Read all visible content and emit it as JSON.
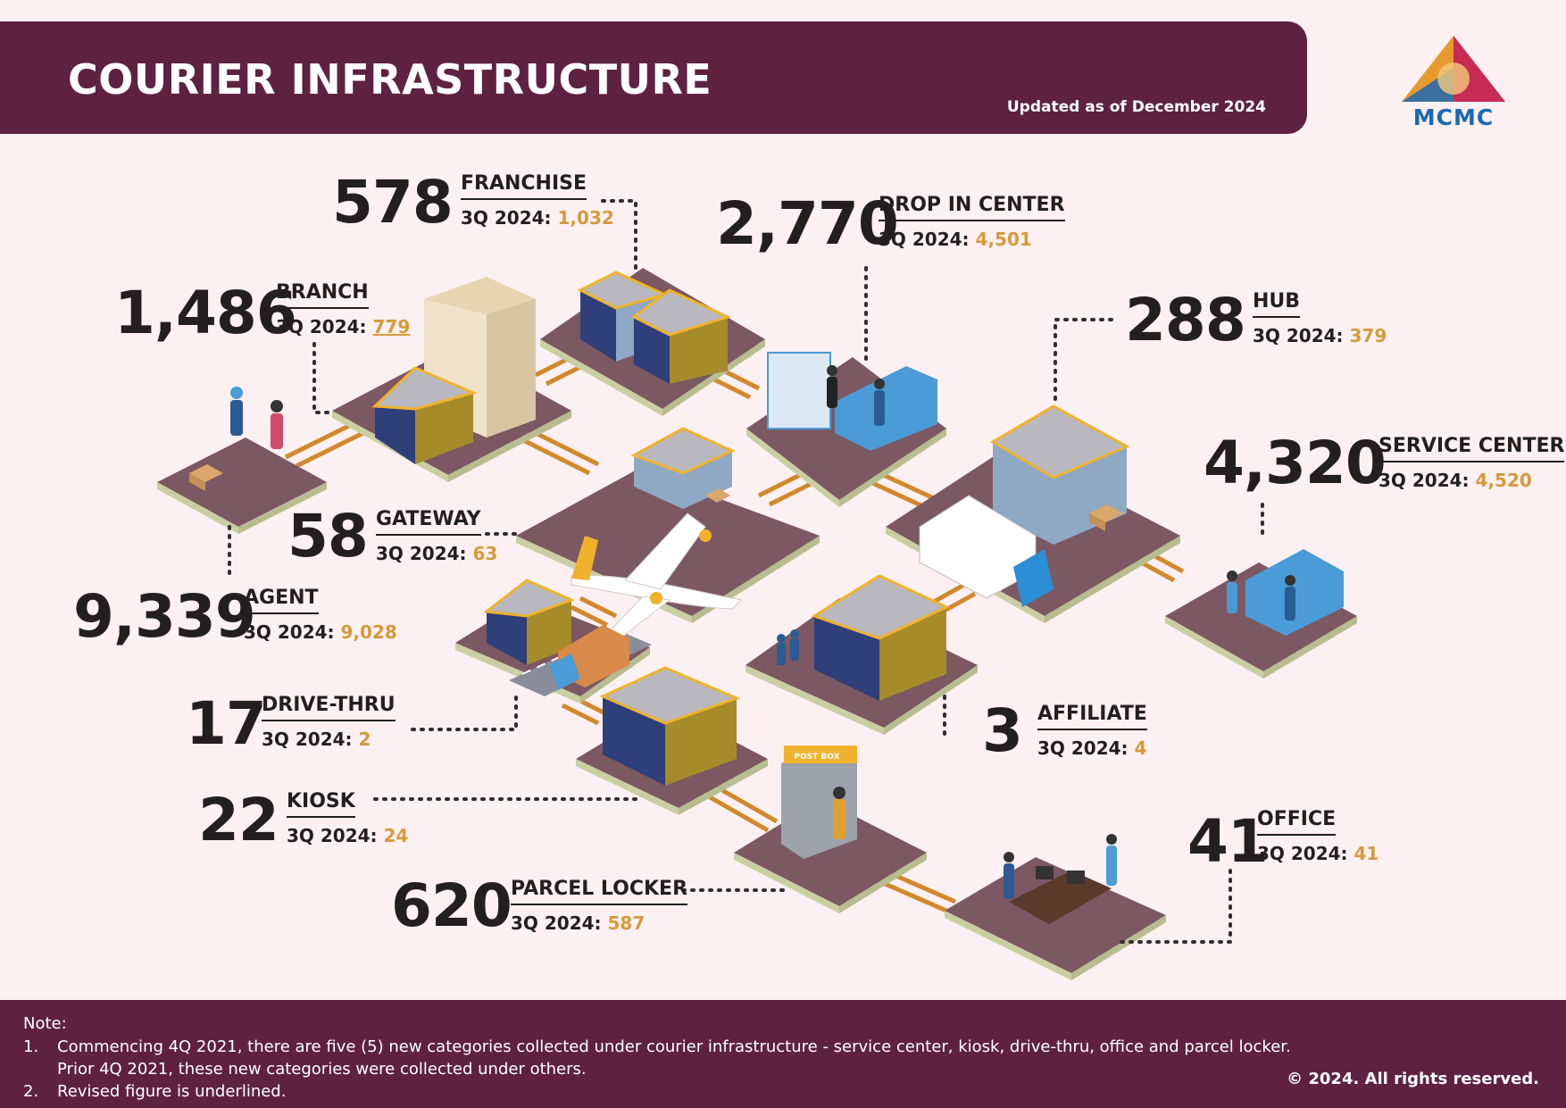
{
  "header": {
    "title": "COURIER INFRASTRUCTURE",
    "updated": "Updated as of December 2024",
    "colors": {
      "header_bg": "#5e2240",
      "accent": "#d69a3a",
      "page_bg": "#fdf0f3"
    }
  },
  "logo": {
    "text": "MCMC",
    "icon": "mcmc-triangle-logo"
  },
  "prev_prefix": "3Q 2024: ",
  "stats": {
    "franchise": {
      "value": "578",
      "label": "FRANCHISE",
      "prev": "1,032",
      "revised": false
    },
    "drop_in": {
      "value": "2,770",
      "label": "DROP IN CENTER",
      "prev": "4,501",
      "revised": false
    },
    "branch": {
      "value": "1,486",
      "label": "BRANCH",
      "prev": "779",
      "revised": true
    },
    "hub": {
      "value": "288",
      "label": "HUB",
      "prev": "379",
      "revised": false
    },
    "service": {
      "value": "4,320",
      "label": "SERVICE CENTER",
      "prev": "4,520",
      "revised": false
    },
    "gateway": {
      "value": "58",
      "label": "GATEWAY",
      "prev": "63",
      "revised": false
    },
    "agent": {
      "value": "9,339",
      "label": "AGENT",
      "prev": "9,028",
      "revised": false
    },
    "drive_thru": {
      "value": "17",
      "label": "DRIVE-THRU",
      "prev": "2",
      "revised": false
    },
    "affiliate": {
      "value": "3",
      "label": "AFFILIATE",
      "prev": "4",
      "revised": false
    },
    "kiosk": {
      "value": "22",
      "label": "KIOSK",
      "prev": "24",
      "revised": false
    },
    "office": {
      "value": "41",
      "label": "OFFICE",
      "prev": "41",
      "revised": false
    },
    "parcel_locker": {
      "value": "620",
      "label": "PARCEL LOCKER",
      "prev": "587",
      "revised": false
    }
  },
  "illustration": {
    "post_box_label": "POST BOX"
  },
  "footer": {
    "note_title": "Note:",
    "notes": [
      {
        "num": "1.",
        "text": "Commencing 4Q 2021, there are five (5) new categories collected under courier infrastructure - service center, kiosk, drive-thru, office and parcel locker."
      },
      {
        "num": "",
        "text": "Prior 4Q 2021, these new categories were collected under others."
      },
      {
        "num": "2.",
        "text": "Revised figure is underlined."
      }
    ],
    "copyright": "© 2024. All rights reserved."
  }
}
